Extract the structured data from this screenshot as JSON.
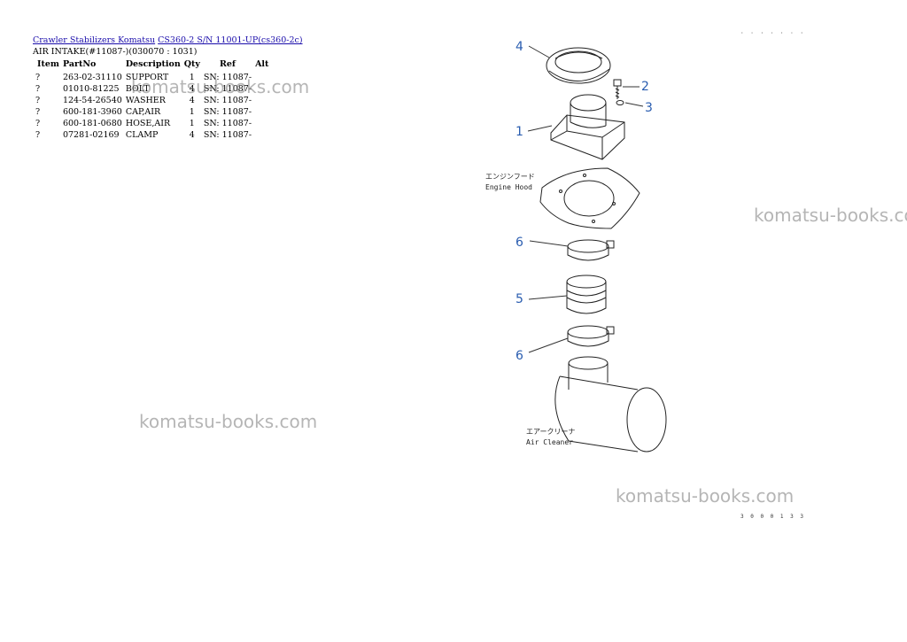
{
  "breadcrumb": {
    "link1": "Crawler Stabilizers Komatsu",
    "link2": "CS360-2 S/N 11001-UP(cs360-2c)"
  },
  "subtitle": "AIR INTAKE(#11087-)(030070 : 1031)",
  "table": {
    "headers": [
      "Item",
      "PartNo",
      "Description",
      "Qty",
      "Ref",
      "Alt"
    ],
    "rows": [
      [
        "?",
        "263-02-31110",
        "SUPPORT",
        "1",
        "SN: 11087-",
        ""
      ],
      [
        "?",
        "01010-81225",
        "BOLT",
        "4",
        "SN: 11087-",
        ""
      ],
      [
        "?",
        "124-54-26540",
        "WASHER",
        "4",
        "SN: 11087-",
        ""
      ],
      [
        "?",
        "600-181-3960",
        "CAP,AIR",
        "1",
        "SN: 11087-",
        ""
      ],
      [
        "?",
        "600-181-0680",
        "HOSE,AIR",
        "1",
        "SN: 11087-",
        ""
      ],
      [
        "?",
        "07281-02169",
        "CLAMP",
        "4",
        "SN: 11087-",
        ""
      ]
    ]
  },
  "watermark": "komatsu-books.com",
  "diagram": {
    "callouts": [
      "4",
      "2",
      "3",
      "1",
      "6",
      "5",
      "6"
    ],
    "engine_hood_jp": "エンジンフード",
    "engine_hood_en": "Engine Hood",
    "air_cleaner_jp": "エアークリーナ",
    "air_cleaner_en": "Air Cleaner",
    "code_top": "· · · · · · ·",
    "code_bottom": "3 0 0 0 1 3 3"
  },
  "colors": {
    "link": "#1a0dab",
    "callout": "#2a5db0",
    "watermark": "#888888"
  }
}
